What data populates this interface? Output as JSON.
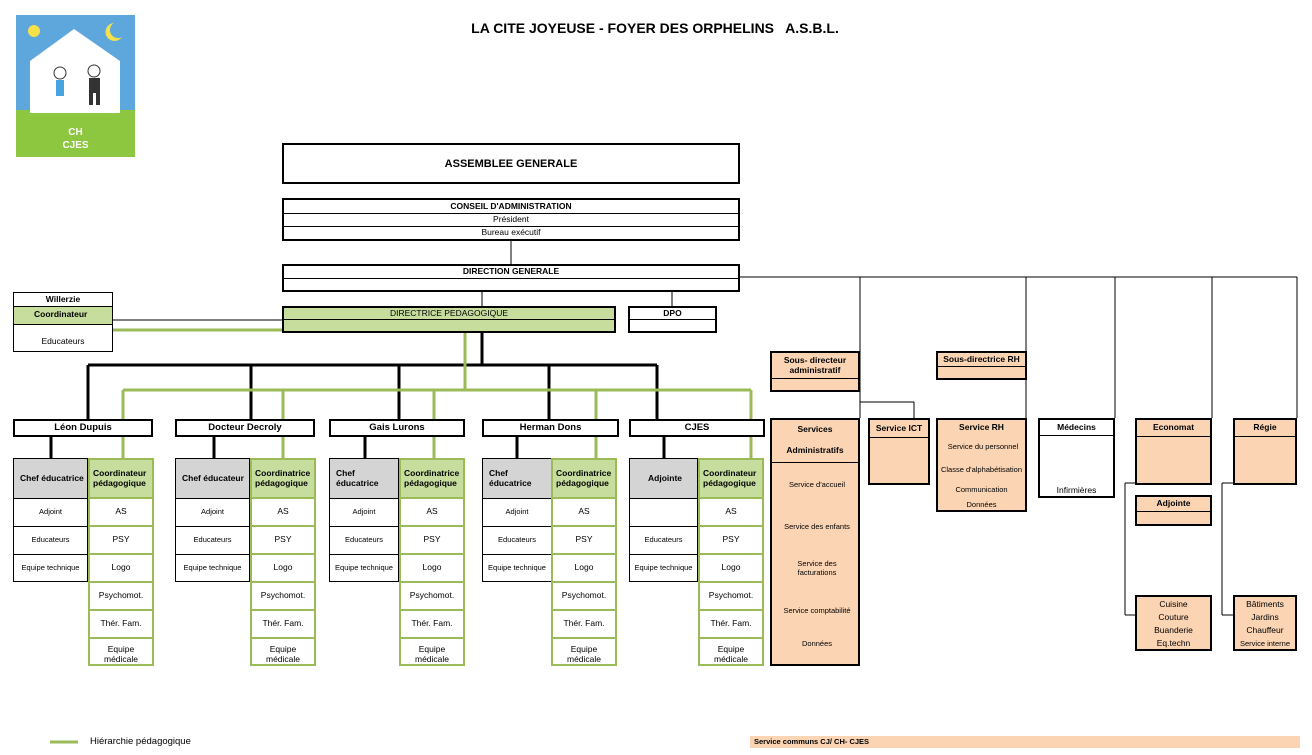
{
  "title": "LA CITE JOYEUSE - FOYER DES ORPHELINS   A.S.B.L.",
  "logo": {
    "text1": "CH",
    "text2": "CJES"
  },
  "assemblee": "ASSEMBLEE GENERALE",
  "conseil": {
    "title": "CONSEIL D'ADMINISTRATION",
    "row1": "Président",
    "row2": "Bureau exécutif"
  },
  "direction": "DIRECTION GENERALE",
  "willerzie": {
    "title": "Willerzie",
    "coord": "Coordinateur",
    "edu": "Educateurs"
  },
  "directrice": "DIRECTRICE PEDAGOGIQUE",
  "dpo": "DPO",
  "sous_dir_admin": "Sous- directeur administratif",
  "sous_dir_rh": "Sous-directrice RH",
  "units": [
    {
      "name": "Léon Dupuis",
      "chef": "Chef éducatrice",
      "coord": "Coordinateur pédagogique",
      "left": [
        "Adjoint",
        "Educateurs",
        "Equipe technique"
      ],
      "right": [
        "AS",
        "PSY",
        "Logo",
        "Psychomot.",
        "Thér. Fam.",
        "Equipe médicale"
      ]
    },
    {
      "name": "Docteur Decroly",
      "chef": "Chef éducateur",
      "coord": "Coordinatrice pédagogique",
      "left": [
        "Adjoint",
        "Educateurs",
        "Equipe technique"
      ],
      "right": [
        "AS",
        "PSY",
        "Logo",
        "Psychomot.",
        "Thér. Fam.",
        "Equipe médicale"
      ]
    },
    {
      "name": "Gais Lurons",
      "chef": "Chef éducatrice",
      "coord": "Coordinatrice pédagogique",
      "left": [
        "Adjoint",
        "Educateurs",
        "Equipe technique"
      ],
      "right": [
        "AS",
        "PSY",
        "Logo",
        "Psychomot.",
        "Thér. Fam.",
        "Equipe médicale"
      ]
    },
    {
      "name": "Herman Dons",
      "chef": "Chef éducatrice",
      "coord": "Coordinatrice pédagogique",
      "left": [
        "Adjoint",
        "Educateurs",
        "Equipe technique"
      ],
      "right": [
        "AS",
        "PSY",
        "Logo",
        "Psychomot.",
        "Thér. Fam.",
        "Equipe médicale"
      ]
    },
    {
      "name": "CJES",
      "chef": "Adjointe",
      "coord": "Coordinateur pédagogique",
      "left": [
        "",
        "Educateurs",
        "Equipe technique"
      ],
      "right": [
        "AS",
        "PSY",
        "Logo",
        "Psychomot.",
        "Thér. Fam.",
        "Equipe médicale"
      ]
    }
  ],
  "services_admin": {
    "title1": "Services",
    "title2": "Administratifs",
    "items": [
      "Service d'accueil",
      "Service des enfants",
      "Service des facturations",
      "Service comptabilité",
      "Données"
    ]
  },
  "service_ict": "Service ICT",
  "service_rh": {
    "title": "Service RH",
    "items": [
      "Service du personnel",
      "Classe d'alphabétisation",
      "Communication",
      "Données"
    ]
  },
  "medecins": {
    "title": "Médecins",
    "item": "Infirmières"
  },
  "economat": {
    "title": "Economat",
    "adjointe": "Adjointe",
    "items": [
      "Cuisine",
      "Couture",
      "Buanderie",
      "Eq.techn"
    ]
  },
  "regie": {
    "title": "Régie",
    "items": [
      "Bâtiments",
      "Jardins",
      "Chauffeur",
      "Service interne"
    ]
  },
  "legend": "Hiérarchie pédagogique",
  "footer": "Service communs CJ/ CH- CJES",
  "colors": {
    "green": "#9bbb59",
    "green_fill": "#c6dd9e",
    "peach": "#fbd4b4",
    "gray": "#d4d4d4"
  }
}
